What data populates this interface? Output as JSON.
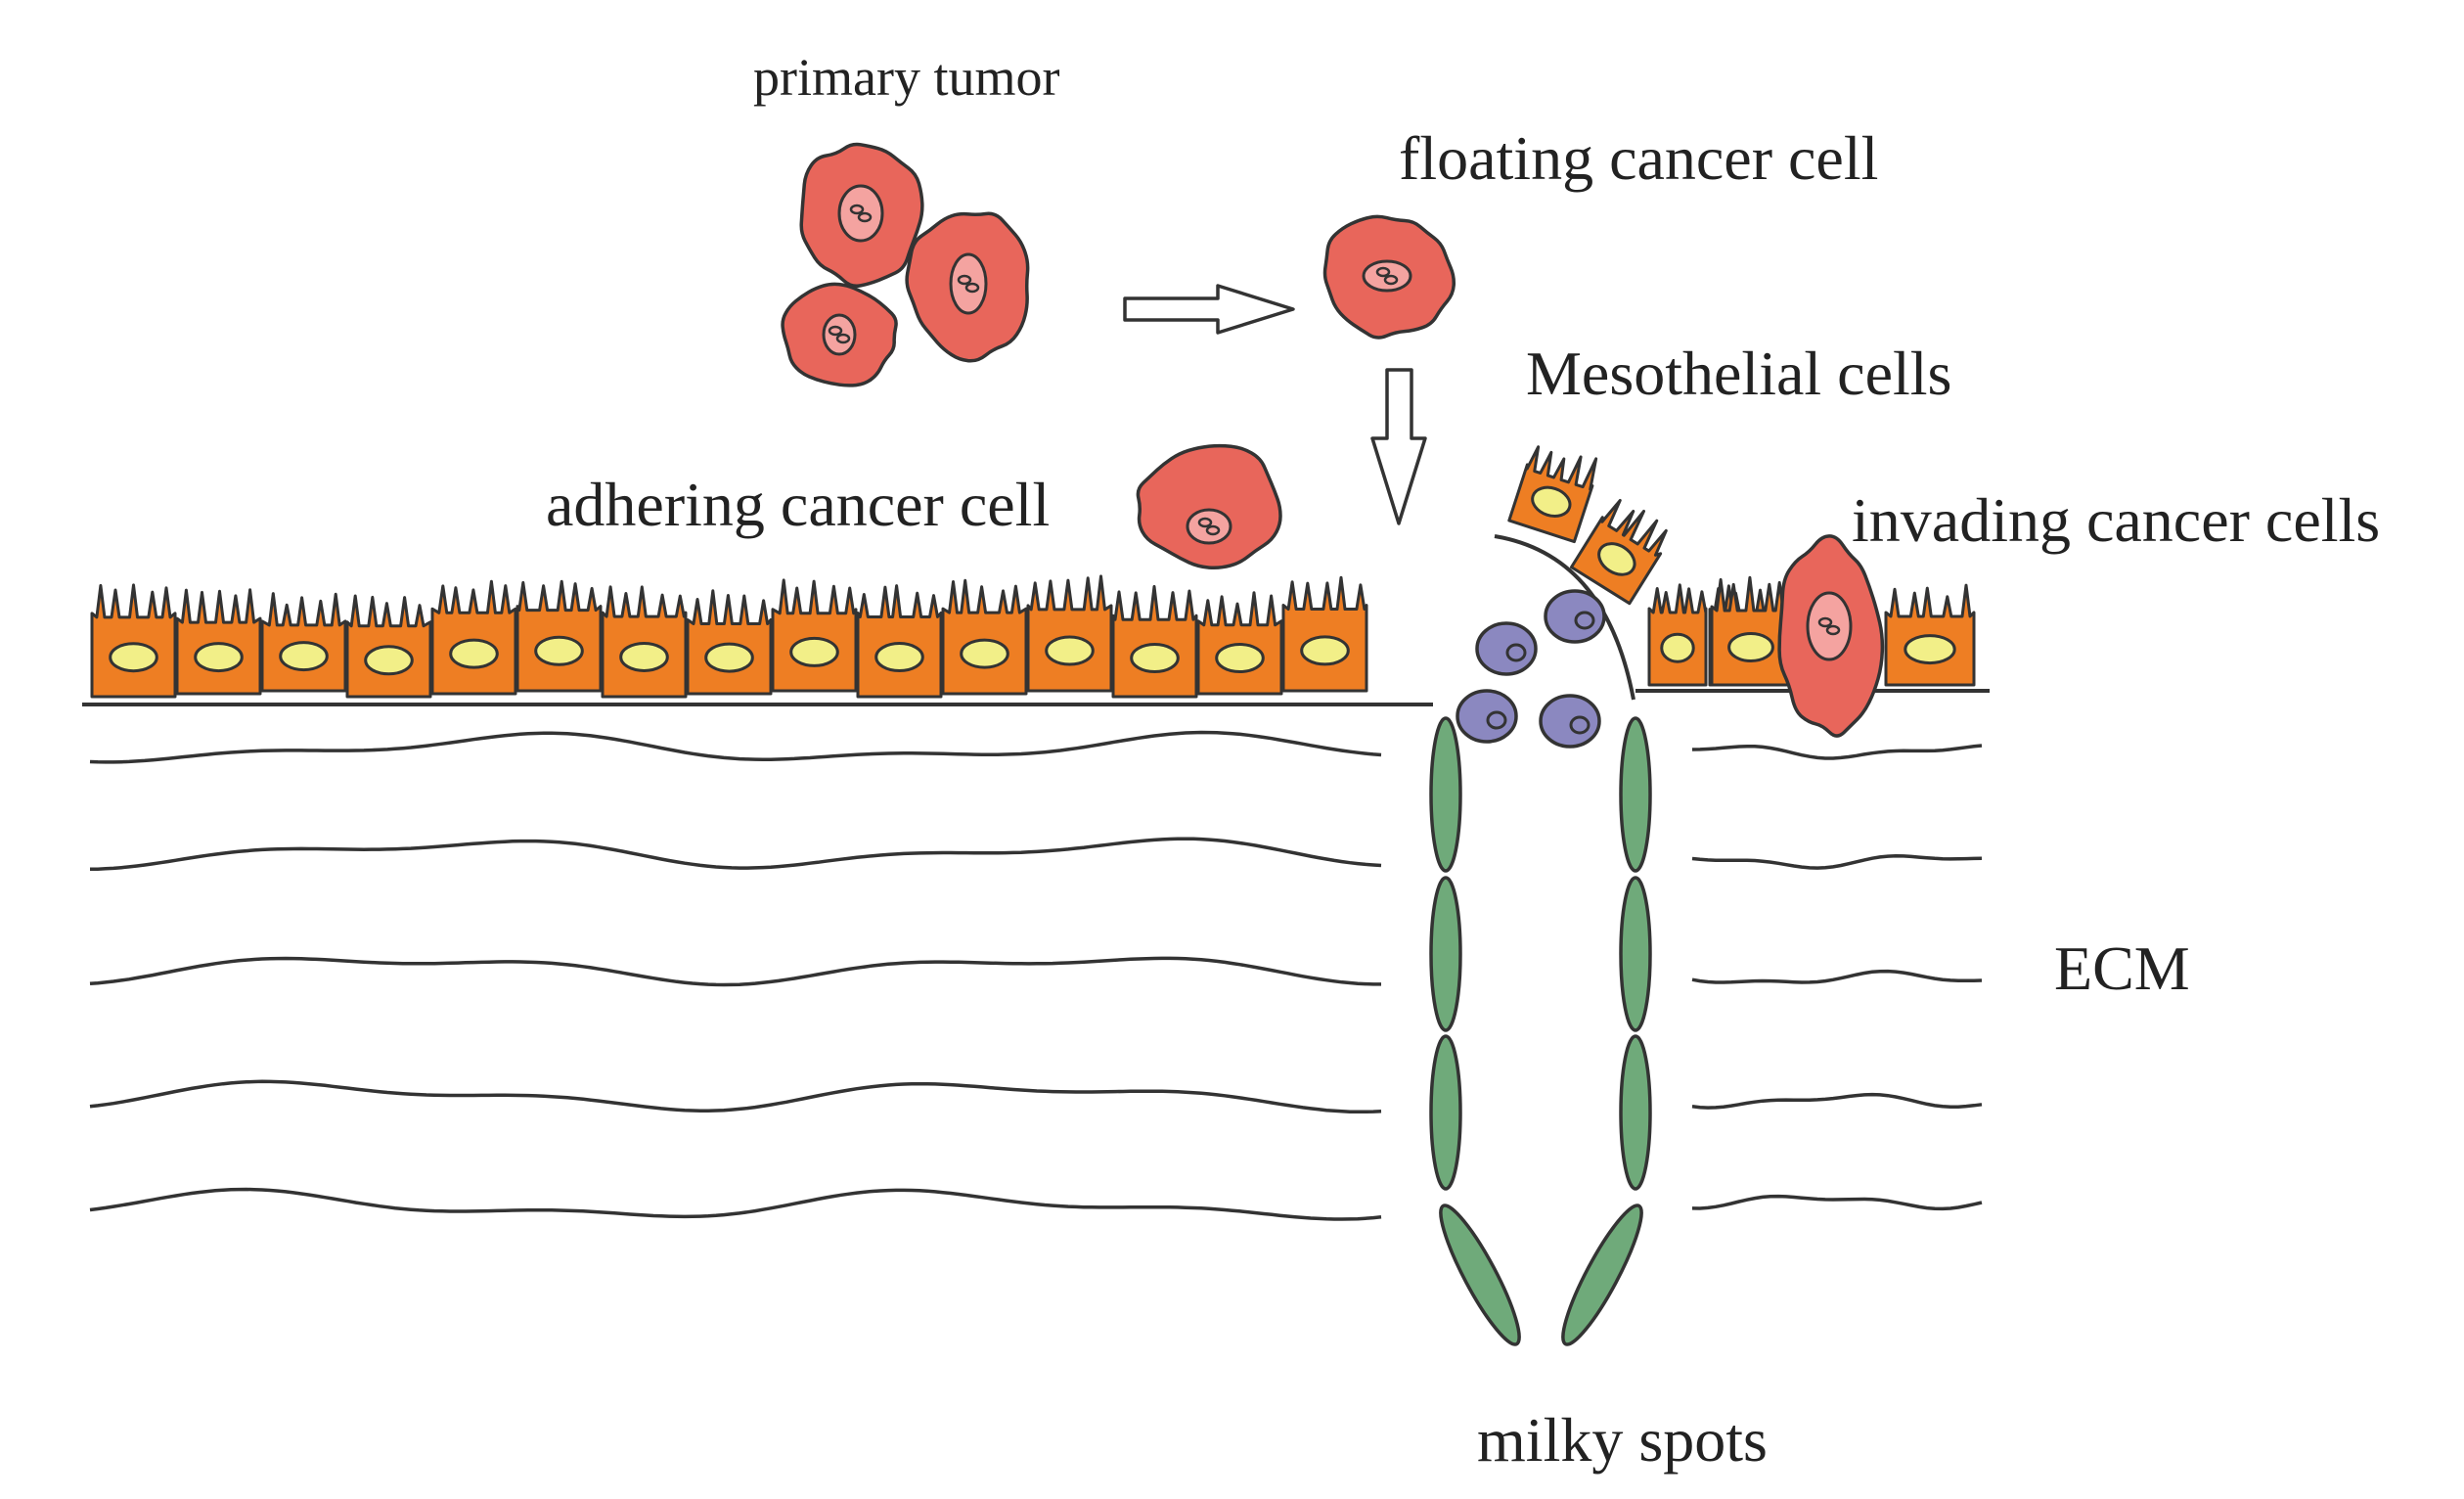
{
  "labels": {
    "primary_tumor": "primary  tumor",
    "floating_cancer_cell": "floating  cancer  cell",
    "mesothelial_cells": "Mesothelial cells",
    "adhering_cancer_cell": "adhering cancer cell",
    "invading_cancer_cells": "invading cancer cells",
    "ecm": "ECM",
    "milky_spots": "milky spots"
  },
  "colors": {
    "cancer_cell": "#e8665b",
    "cancer_nucleus": "#f4a3a0",
    "mesothelial_cell": "#ee7e23",
    "mesothelial_nucleus": "#f2ef88",
    "immune_cell": "#8b88c0",
    "milky_spot_cell": "#6faa7a",
    "outline": "#333333"
  }
}
